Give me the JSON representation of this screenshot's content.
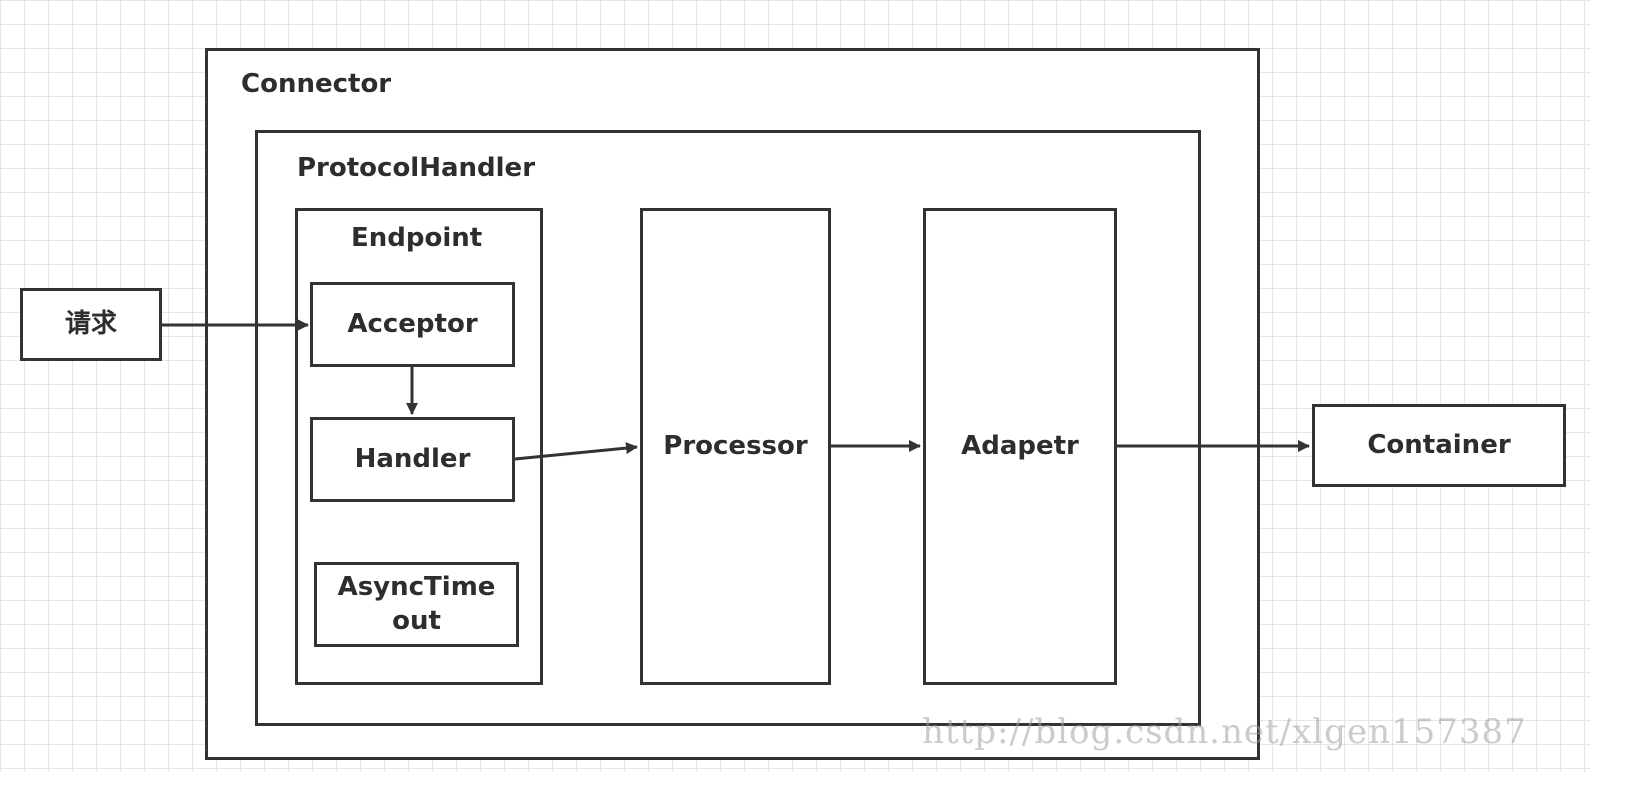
{
  "diagram": {
    "connector": {
      "label": "Connector"
    },
    "protocol_handler": {
      "label": "ProtocolHandler"
    },
    "endpoint": {
      "label": "Endpoint"
    },
    "acceptor": {
      "label": "Acceptor"
    },
    "handler": {
      "label": "Handler"
    },
    "async_timeout": {
      "line1": "AsyncTime",
      "line2": "out"
    },
    "processor": {
      "label": "Processor"
    },
    "adapter": {
      "label": "Adapetr"
    },
    "request": {
      "label": "请求"
    },
    "container": {
      "label": "Container"
    }
  },
  "watermark": "http://blog.csdn.net/xlgen157387",
  "colors": {
    "stroke": "#333333",
    "grid": "#e6e6e6",
    "background": "#ffffff"
  }
}
